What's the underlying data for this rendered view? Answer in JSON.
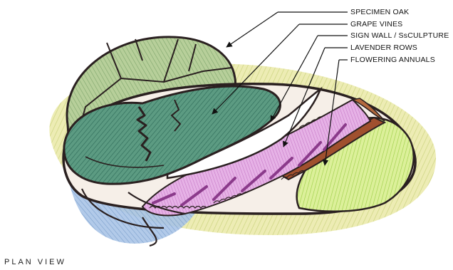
{
  "callouts": [
    {
      "label": "SPECIMEN OAK"
    },
    {
      "label": "GRAPE VINES"
    },
    {
      "label": "SIGN WALL / SsCULPTURE"
    },
    {
      "label": "LAVENDER ROWS"
    },
    {
      "label": "FLOWERING ANNUALS"
    }
  ],
  "caption": "PLAN VIEW",
  "colors": {
    "grass": "#e6e49a",
    "grass_stroke": "#c8cf6a",
    "oak": "#9fbf86",
    "grape": "#4f8f77",
    "wall": "#ffffff",
    "lavender": "#d88fd8",
    "lavender_dark": "#8b3a8b",
    "brick": "#a0502e",
    "annuals": "#c9ec6a",
    "water": "#7fa8d6",
    "ink": "#2a2020"
  }
}
